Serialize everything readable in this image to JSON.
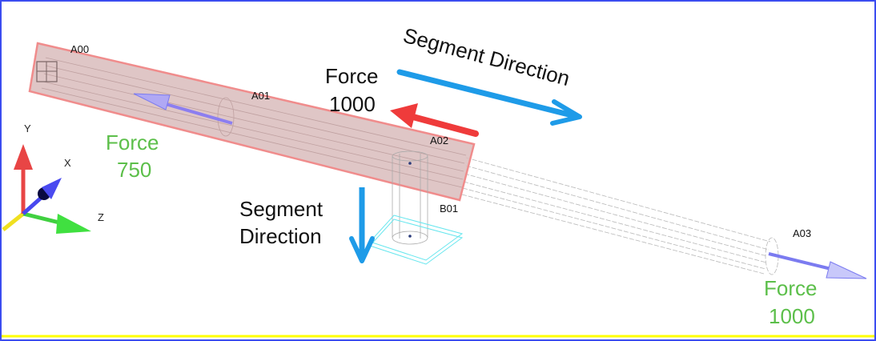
{
  "nodes": {
    "a00": "A00",
    "a01": "A01",
    "a02": "A02",
    "a03": "A03",
    "b01": "B01"
  },
  "axes": {
    "x": "X",
    "y": "Y",
    "z": "Z"
  },
  "annotations": {
    "force_top": {
      "line1": "Force",
      "line2": "1000"
    },
    "force_left": {
      "line1": "Force",
      "line2": "750"
    },
    "force_right": {
      "line1": "Force",
      "line2": "1000"
    },
    "segment_dir_top": "Segment Direction",
    "segment_dir_bottom": {
      "line1": "Segment",
      "line2": "Direction"
    }
  },
  "colors": {
    "beam_highlight": "#d9b8b8",
    "force_green": "#5cbf4a",
    "direction_blue": "#1e9be8",
    "force_red": "#ef3b3b",
    "load_arrow": "#7b7bf0",
    "frame_border": "#3b4cf0",
    "baseline": "#ffff00"
  }
}
